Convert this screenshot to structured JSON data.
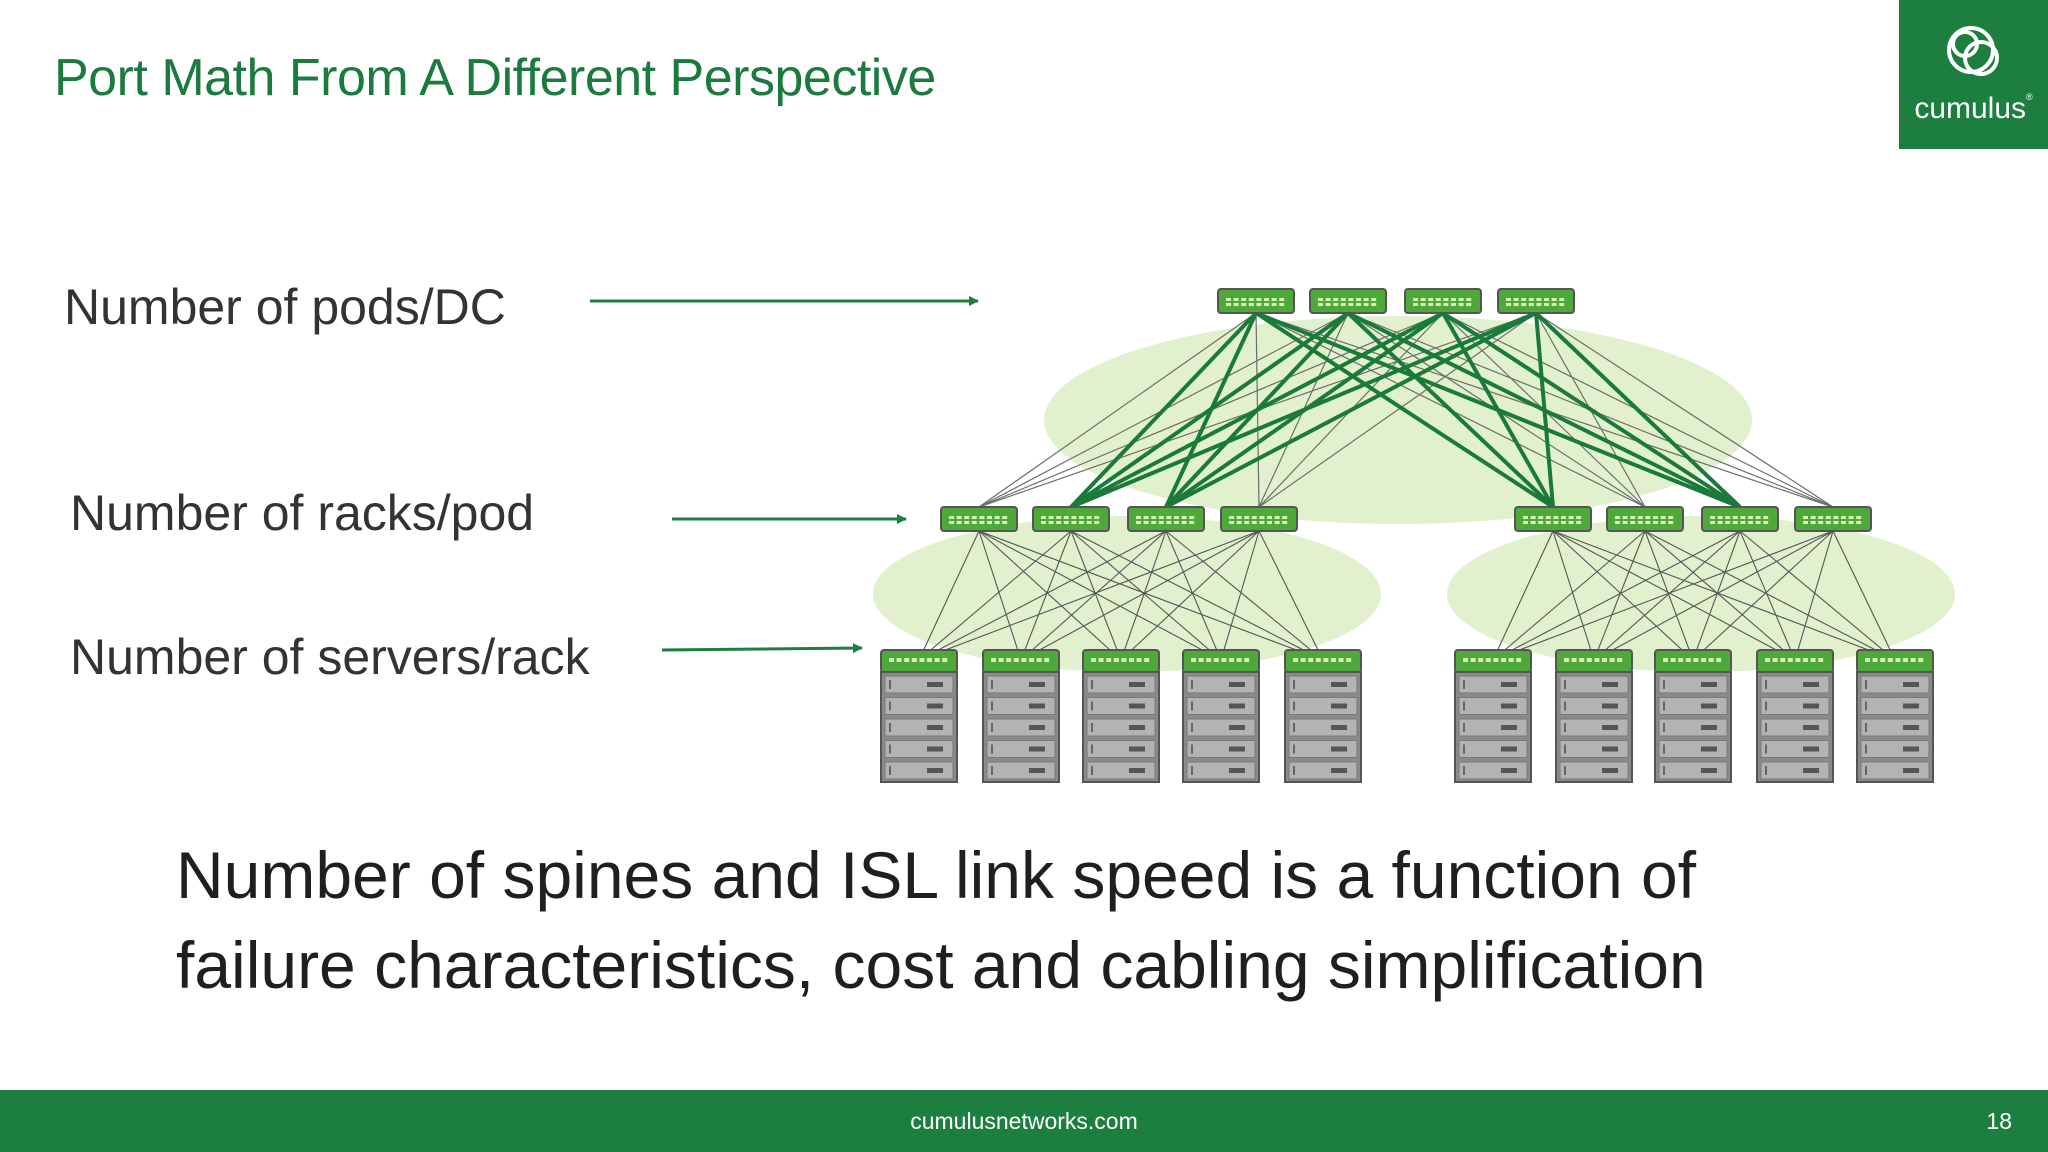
{
  "slide": {
    "title": "Port Math From A Different Perspective",
    "logo_text": "cumulus",
    "logo_mark": "®",
    "labels": {
      "pods": "Number of pods/DC",
      "racks": "Number of racks/pod",
      "servers": "Number of servers/rack"
    },
    "caption_line1": "Number of spines and ISL link speed is a function of",
    "caption_line2": "failure characteristics, cost and cabling simplification",
    "footer_url": "cumulusnetworks.com",
    "page_number": "18"
  },
  "colors": {
    "brand_green": "#1d7f3f",
    "switch_green": "#4ea83a",
    "halo_green": "#dcefc4",
    "server_gray": "#b3b3b3"
  },
  "diagram": {
    "super_spine_count": 4,
    "pods": [
      {
        "spine_count": 4,
        "racks": 5
      },
      {
        "spine_count": 4,
        "racks": 5
      }
    ],
    "icons": [
      "switch-icon",
      "server-rack-icon",
      "arrow-icon",
      "cumulus-logo-icon"
    ]
  }
}
